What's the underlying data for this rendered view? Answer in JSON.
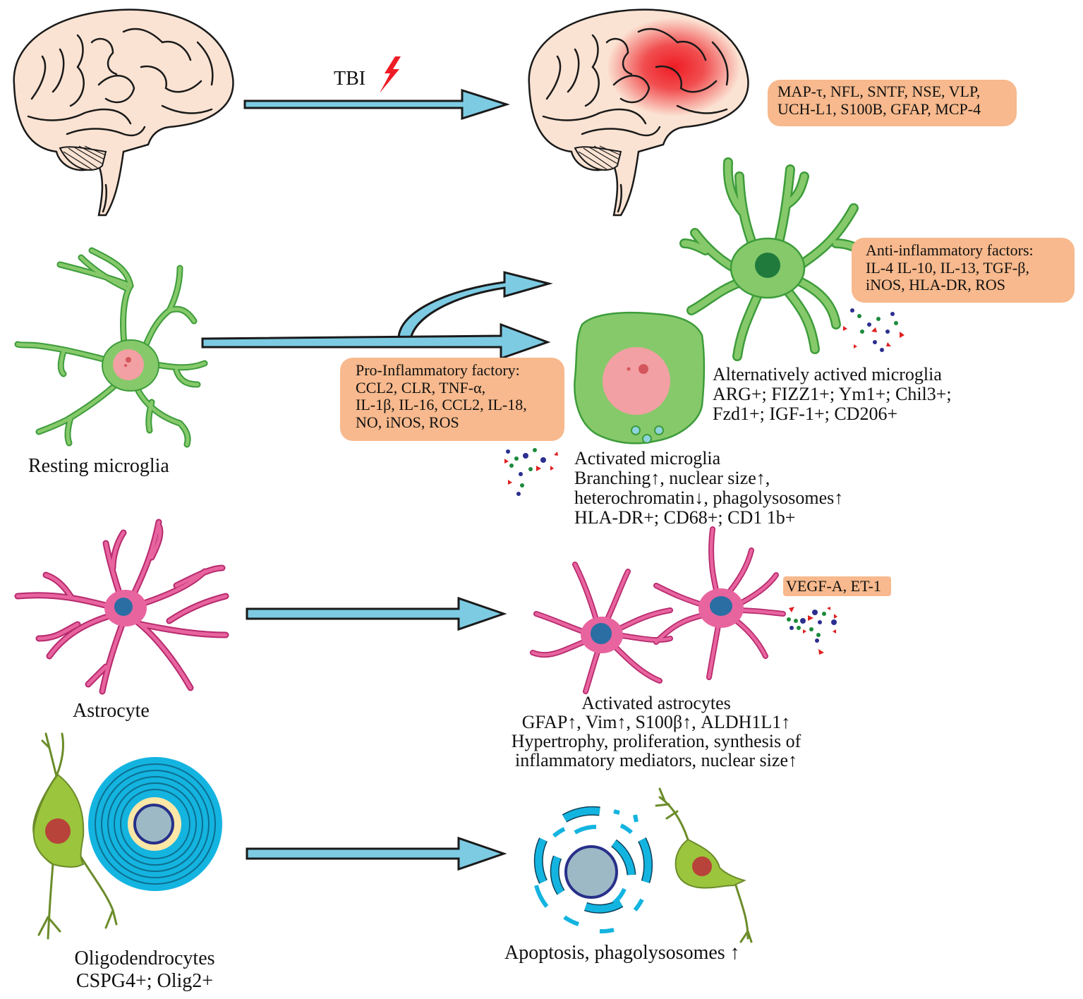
{
  "title_trigger": {
    "label": "TBI",
    "icon": "lightning-bolt-icon"
  },
  "biomarkers_box": {
    "lines": [
      "MAP-τ, NFL, SNTF, NSE, VLP,",
      "UCH-L1, S100B, GFAP, MCP-4"
    ]
  },
  "anti_inflammatory_box": {
    "lines": [
      "Anti-inflammatory factors:",
      "IL-4 IL-10, IL-13, TGF-β,",
      "iNOS, HLA-DR, ROS"
    ]
  },
  "pro_inflammatory_box": {
    "lines": [
      "Pro-Inflammatory factory:",
      "CCL2, CLR, TNF-α,",
      "IL-1β, IL-16, CCL2, IL-18,",
      "NO, iNOS, ROS"
    ]
  },
  "astro_factor_box": {
    "text": "VEGF-A, ET-1"
  },
  "labels": {
    "resting_microglia": "Resting microglia",
    "alt_microglia": [
      "Alternatively actived microglia",
      "ARG+; FIZZ1+; Ym1+; Chil3+;",
      "Fzd1+; IGF-1+; CD206+"
    ],
    "activated_microglia": [
      "Activated microglia",
      "Branching↑, nuclear size↑,",
      "heterochromatin↓, phagolysosomes↑",
      "HLA-DR+; CD68+; CD1 1b+"
    ],
    "astrocyte": "Astrocyte",
    "activated_astrocytes": [
      "Activated astrocytes",
      "GFAP↑, Vim↑, S100β↑, ALDH1L1↑",
      "Hypertrophy, proliferation, synthesis of",
      "inflammatory mediators, nuclear size↑"
    ],
    "oligodendrocytes": [
      "Oligodendrocytes",
      "CSPG4+; Olig2+"
    ],
    "apoptosis": "Apoptosis, phagolysosomes ↑"
  },
  "colors": {
    "brain_fill": "#fbe3d3",
    "injury_red": "#ee1c24",
    "arrow_fill": "#7ccbe3",
    "factor_box": "#f7b98d",
    "microglia_green": "#86c96b",
    "microglia_outline": "#3d9c3a",
    "nucleus_pink": "#f2a0a3",
    "astro_pink": "#e8649f",
    "astro_nucleus": "#2a6ea3",
    "oligo_green": "#9bc53d",
    "oligo_nucleus": "#b8433a",
    "myelin_blue": "#14b4e0"
  }
}
